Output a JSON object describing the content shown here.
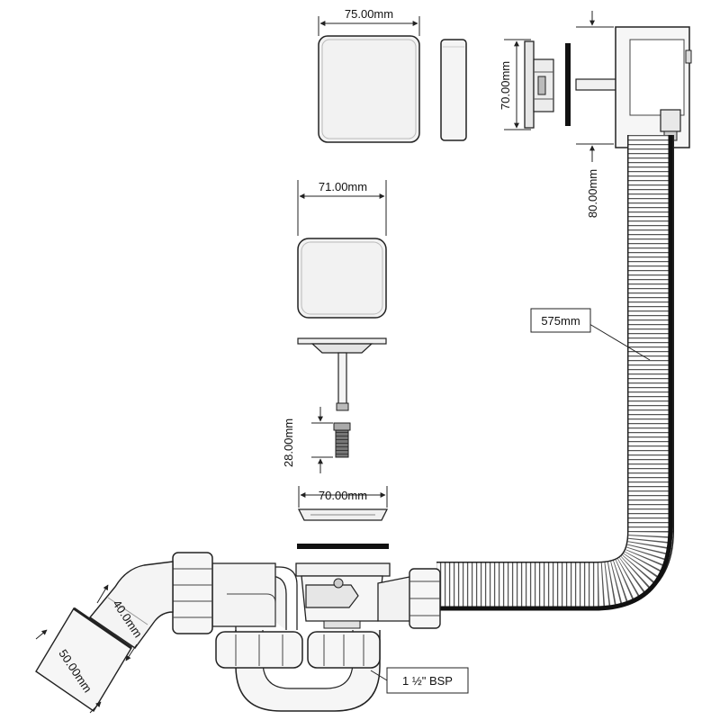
{
  "dimensions": {
    "cap_width": "75.00mm",
    "cap_height": "70.00mm",
    "overflow_depth": "80.00mm",
    "plug_width": "71.00mm",
    "thread_length": "28.00mm",
    "flange_width": "70.00mm",
    "outlet_inner": "40.0mm",
    "outlet_outer": "50.00mm"
  },
  "callouts": {
    "hose_length": "575mm",
    "thread_spec": "1 ½\" BSP"
  },
  "colors": {
    "line": "#222222",
    "fill_light": "#f4f4f4",
    "fill_mid": "#d8d8d8",
    "dark": "#111111"
  }
}
